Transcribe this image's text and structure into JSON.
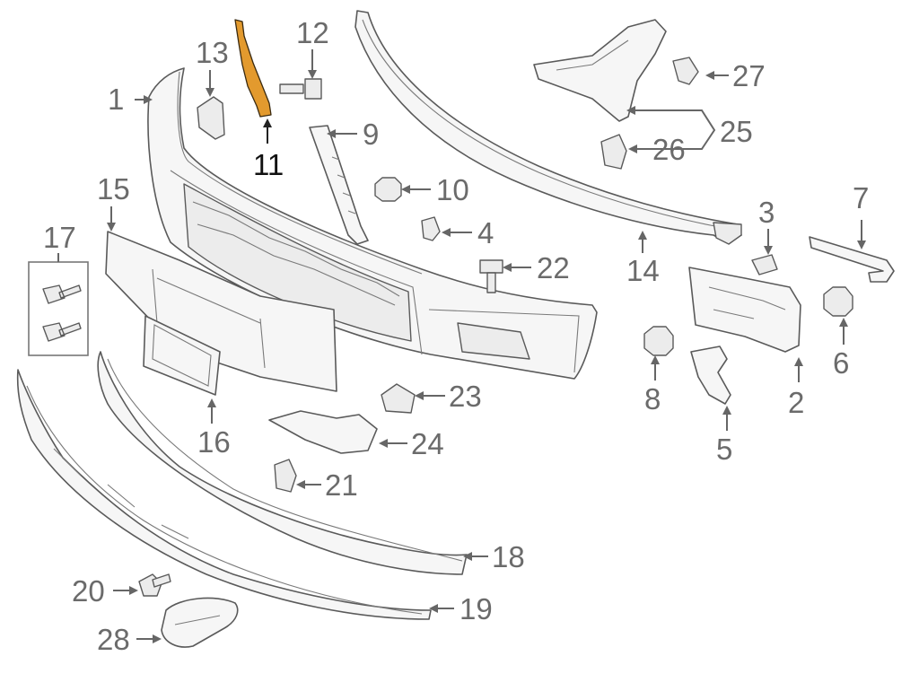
{
  "diagram": {
    "highlighted_part": "11",
    "highlight_color": "#e39a2e",
    "line_color": "#5a5a5a",
    "label_color": "#6b6b6b",
    "callouts": [
      {
        "id": "c1",
        "label": "1"
      },
      {
        "id": "c2",
        "label": "2"
      },
      {
        "id": "c3",
        "label": "3"
      },
      {
        "id": "c4",
        "label": "4"
      },
      {
        "id": "c5",
        "label": "5"
      },
      {
        "id": "c6",
        "label": "6"
      },
      {
        "id": "c7",
        "label": "7"
      },
      {
        "id": "c8",
        "label": "8"
      },
      {
        "id": "c9",
        "label": "9"
      },
      {
        "id": "c10",
        "label": "10"
      },
      {
        "id": "c11",
        "label": "11"
      },
      {
        "id": "c12",
        "label": "12"
      },
      {
        "id": "c13",
        "label": "13"
      },
      {
        "id": "c14",
        "label": "14"
      },
      {
        "id": "c15",
        "label": "15"
      },
      {
        "id": "c16",
        "label": "16"
      },
      {
        "id": "c17",
        "label": "17"
      },
      {
        "id": "c18",
        "label": "18"
      },
      {
        "id": "c19",
        "label": "19"
      },
      {
        "id": "c20",
        "label": "20"
      },
      {
        "id": "c21",
        "label": "21"
      },
      {
        "id": "c22",
        "label": "22"
      },
      {
        "id": "c23",
        "label": "23"
      },
      {
        "id": "c24",
        "label": "24"
      },
      {
        "id": "c25",
        "label": "25"
      },
      {
        "id": "c26",
        "label": "26"
      },
      {
        "id": "c27",
        "label": "27"
      },
      {
        "id": "c28",
        "label": "28"
      }
    ]
  }
}
